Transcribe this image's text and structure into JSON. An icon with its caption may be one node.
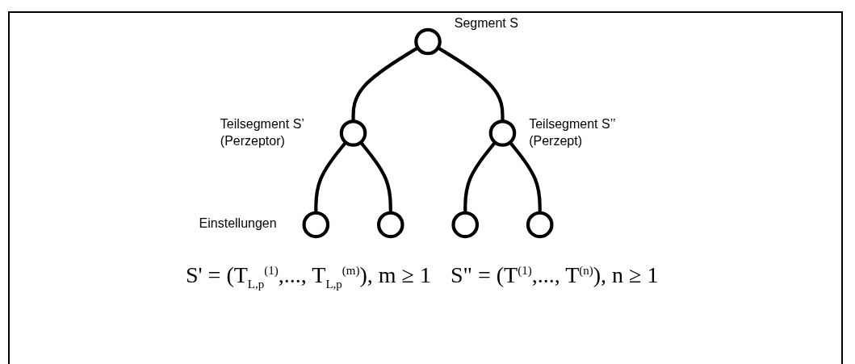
{
  "diagram": {
    "nodes": [
      {
        "text": [],
        "shape": "circle",
        "beside": [
          "Segment S"
        ]
      },
      {
        "text": [],
        "shape": "circle",
        "beside": [
          "Teilsegment S’ (Perzeptor)"
        ]
      },
      {
        "text": [],
        "shape": "circle",
        "beside": [
          "Teilsegment S’’ (Perzept)"
        ]
      },
      {
        "text": [],
        "shape": "circle"
      },
      {
        "text": [],
        "shape": "circle"
      },
      {
        "text": [],
        "shape": "circle"
      },
      {
        "text": [],
        "shape": "circle"
      }
    ],
    "edges": [
      {
        "from": 0,
        "to": 1,
        "arrow": "none"
      },
      {
        "from": 0,
        "to": 2,
        "arrow": "none"
      },
      {
        "from": 1,
        "to": 3,
        "arrow": "none"
      },
      {
        "from": 1,
        "to": 4,
        "arrow": "none"
      },
      {
        "from": 2,
        "to": 5,
        "arrow": "none"
      },
      {
        "from": 2,
        "to": 6,
        "arrow": "none"
      }
    ],
    "labels": [
      "Einstellungen",
      "S' = (T$_{L,p}$$^{(1)}$,..., T$_{L,p}$$^{(m)}$), m ≥ 1",
      "S\" = (T$^{(1)}$,..., T$^{(n)}$), n ≥ 1"
    ]
  }
}
